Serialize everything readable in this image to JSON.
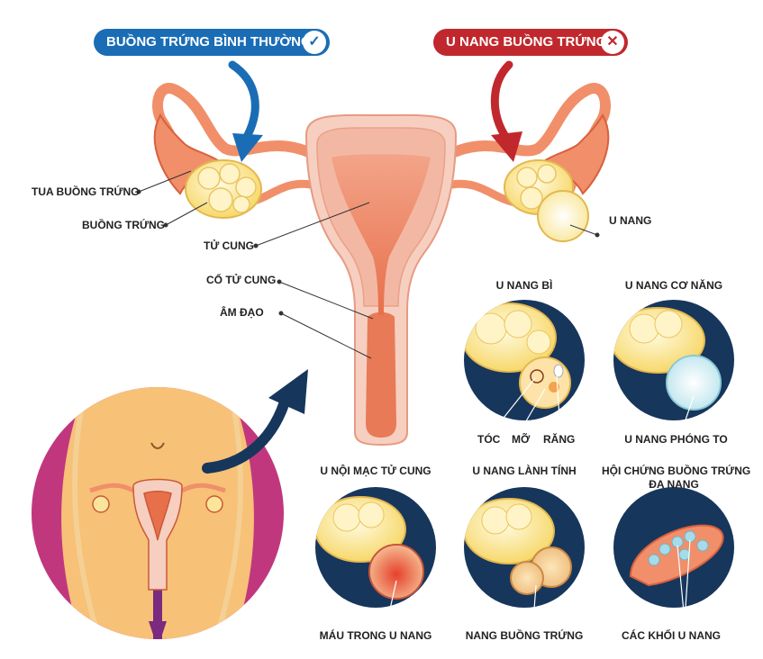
{
  "header": {
    "normal_label": "BUỒNG TRỨNG BÌNH THƯỜNG",
    "normal_color": "#1a6db5",
    "normal_icon": "check-icon",
    "cyst_label": "U NANG BUỒNG TRỨNG",
    "cyst_color": "#c0282d",
    "cyst_icon": "cross-icon"
  },
  "anatomy": {
    "fimbriae": "TUA BUỒNG TRỨNG",
    "ovary": "BUỒNG TRỨNG",
    "uterus": "TỬ CUNG",
    "cervix": "CỔ TỬ CUNG",
    "vagina": "ÂM ĐẠO",
    "cyst": "U NANG"
  },
  "types": {
    "dermoid": {
      "title": "U NANG BÌ",
      "hair": "TÓC",
      "fat": "MỠ",
      "teeth": "RĂNG"
    },
    "functional": {
      "title": "U NANG CƠ NĂNG",
      "caption": "U NANG PHÓNG TO"
    },
    "endometrioma": {
      "title": "U NỘI MẠC TỬ CUNG",
      "caption": "MÁU TRONG U NANG"
    },
    "benign": {
      "title": "U NANG LÀNH TÍNH",
      "caption": "NANG BUỒNG TRỨNG"
    },
    "pcos": {
      "title_line1": "HỘI CHỨNG BUỒNG TRỨNG",
      "title_line2": "ĐA NANG",
      "caption": "CÁC KHỐI U NANG"
    }
  },
  "colors": {
    "tissue": "#f08f6a",
    "tissue_dark": "#e36b45",
    "uterus_light": "#f6cfc0",
    "ovary": "#fbe59a",
    "circle_bg": "#17365c",
    "skin": "#f7c178",
    "side": "#c0377e",
    "arrow": "#17365c"
  }
}
